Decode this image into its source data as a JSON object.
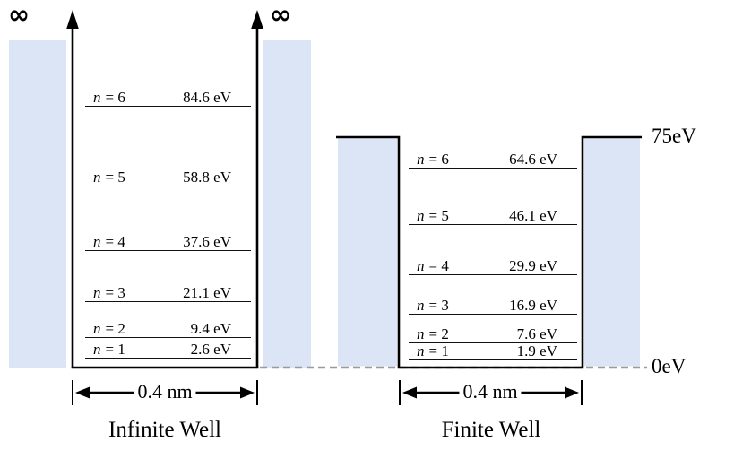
{
  "infinite_well": {
    "title": "Infinite Well",
    "width_label": "0.4 nm",
    "infinity_symbol_left": "∞",
    "infinity_symbol_right": "∞",
    "levels": [
      {
        "n_var": "n",
        "n_eq": "= 6",
        "energy_label": "84.6 eV",
        "energy_eV": 84.6
      },
      {
        "n_var": "n",
        "n_eq": "= 5",
        "energy_label": "58.8 eV",
        "energy_eV": 58.8
      },
      {
        "n_var": "n",
        "n_eq": "= 4",
        "energy_label": "37.6 eV",
        "energy_eV": 37.6
      },
      {
        "n_var": "n",
        "n_eq": "= 3",
        "energy_label": "21.1 eV",
        "energy_eV": 21.1
      },
      {
        "n_var": "n",
        "n_eq": "= 2",
        "energy_label": "9.4 eV",
        "energy_eV": 9.4
      },
      {
        "n_var": "n",
        "n_eq": "= 1",
        "energy_label": "2.6 eV",
        "energy_eV": 2.6
      }
    ]
  },
  "finite_well": {
    "title": "Finite Well",
    "width_label": "0.4 nm",
    "depth_label": "75eV",
    "zero_label": "0eV",
    "well_depth_eV": 75,
    "baseline_eV": 0,
    "levels": [
      {
        "n_var": "n",
        "n_eq": "= 6",
        "energy_label": "64.6 eV",
        "energy_eV": 64.6
      },
      {
        "n_var": "n",
        "n_eq": "= 5",
        "energy_label": "46.1 eV",
        "energy_eV": 46.1
      },
      {
        "n_var": "n",
        "n_eq": "= 4",
        "energy_label": "29.9 eV",
        "energy_eV": 29.9
      },
      {
        "n_var": "n",
        "n_eq": "= 3",
        "energy_label": "16.9 eV",
        "energy_eV": 16.9
      },
      {
        "n_var": "n",
        "n_eq": "= 2",
        "energy_label": "7.6 eV",
        "energy_eV": 7.6
      },
      {
        "n_var": "n",
        "n_eq": "= 1",
        "energy_label": "1.9 eV",
        "energy_eV": 1.9
      }
    ]
  },
  "colors": {
    "wall_fill": "#dbe5f6",
    "line": "#000000",
    "baseline_dash": "#9a9a9a"
  }
}
